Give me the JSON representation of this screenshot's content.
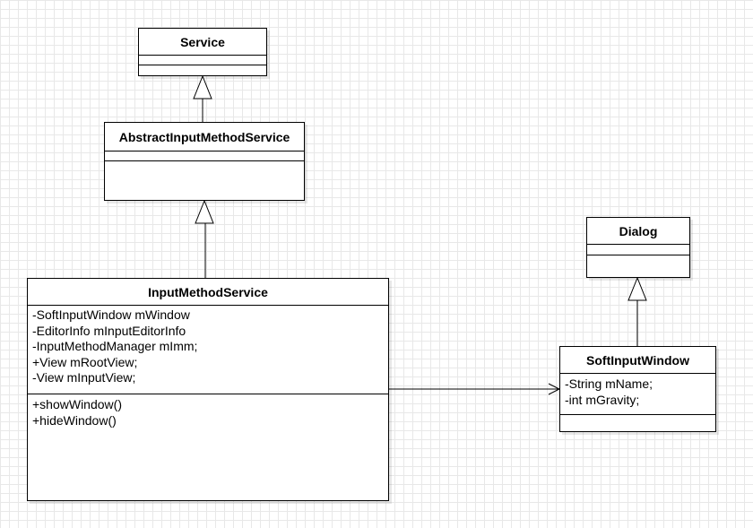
{
  "classes": {
    "service": {
      "name": "Service",
      "attributes": [],
      "operations": []
    },
    "abstract_input_method_service": {
      "name": "AbstractInputMethodService",
      "attributes": [],
      "operations": []
    },
    "input_method_service": {
      "name": "InputMethodService",
      "attributes": [
        "-SoftInputWindow mWindow",
        "-EditorInfo mInputEditorInfo",
        "-InputMethodManager mImm;",
        "+View mRootView;",
        "-View mInputView;"
      ],
      "operations": [
        "+showWindow()",
        "+hideWindow()"
      ]
    },
    "dialog": {
      "name": "Dialog",
      "attributes": [],
      "operations": []
    },
    "soft_input_window": {
      "name": "SoftInputWindow",
      "attributes": [
        "-String mName;",
        "-int mGravity;"
      ],
      "operations": []
    }
  },
  "relations": [
    {
      "type": "generalization",
      "from": "AbstractInputMethodService",
      "to": "Service"
    },
    {
      "type": "generalization",
      "from": "InputMethodService",
      "to": "AbstractInputMethodService"
    },
    {
      "type": "generalization",
      "from": "SoftInputWindow",
      "to": "Dialog"
    },
    {
      "type": "association",
      "from": "InputMethodService",
      "to": "SoftInputWindow"
    }
  ]
}
